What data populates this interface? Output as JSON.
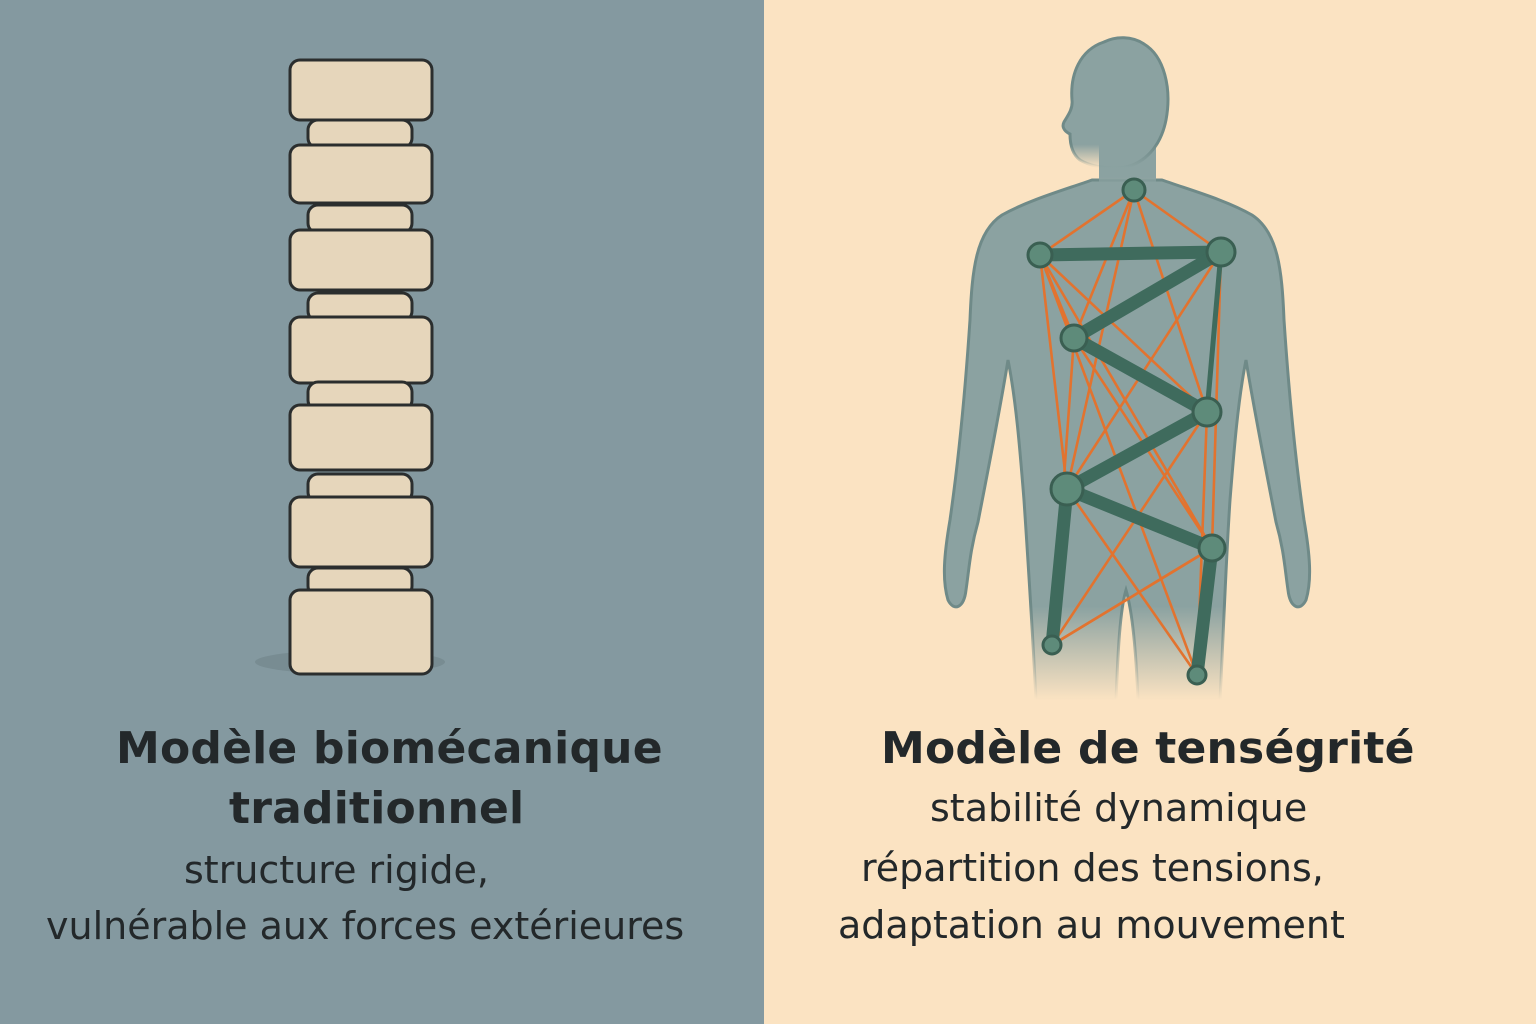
{
  "colors": {
    "left_bg": "#8499a0",
    "right_bg": "#fbe3c2",
    "block_fill": "#e6d6bb",
    "block_stroke": "#2b2e2e",
    "body_fill": "#8ba2a1",
    "strut": "#3f6b5d",
    "tension": "#e2732f",
    "text": "#23282a"
  },
  "left": {
    "title_line1": "Modèle biomécanique",
    "title_line2": "traditionnel",
    "desc_line1": "structure rigide,",
    "desc_line2": "vulnérable aux forces extérieures"
  },
  "right": {
    "title": "Modèle de tenségrité",
    "desc_line1": "stabilité dynamique",
    "desc_line2": "répartition des tensions,",
    "desc_line3": "adaptation au mouvement"
  }
}
